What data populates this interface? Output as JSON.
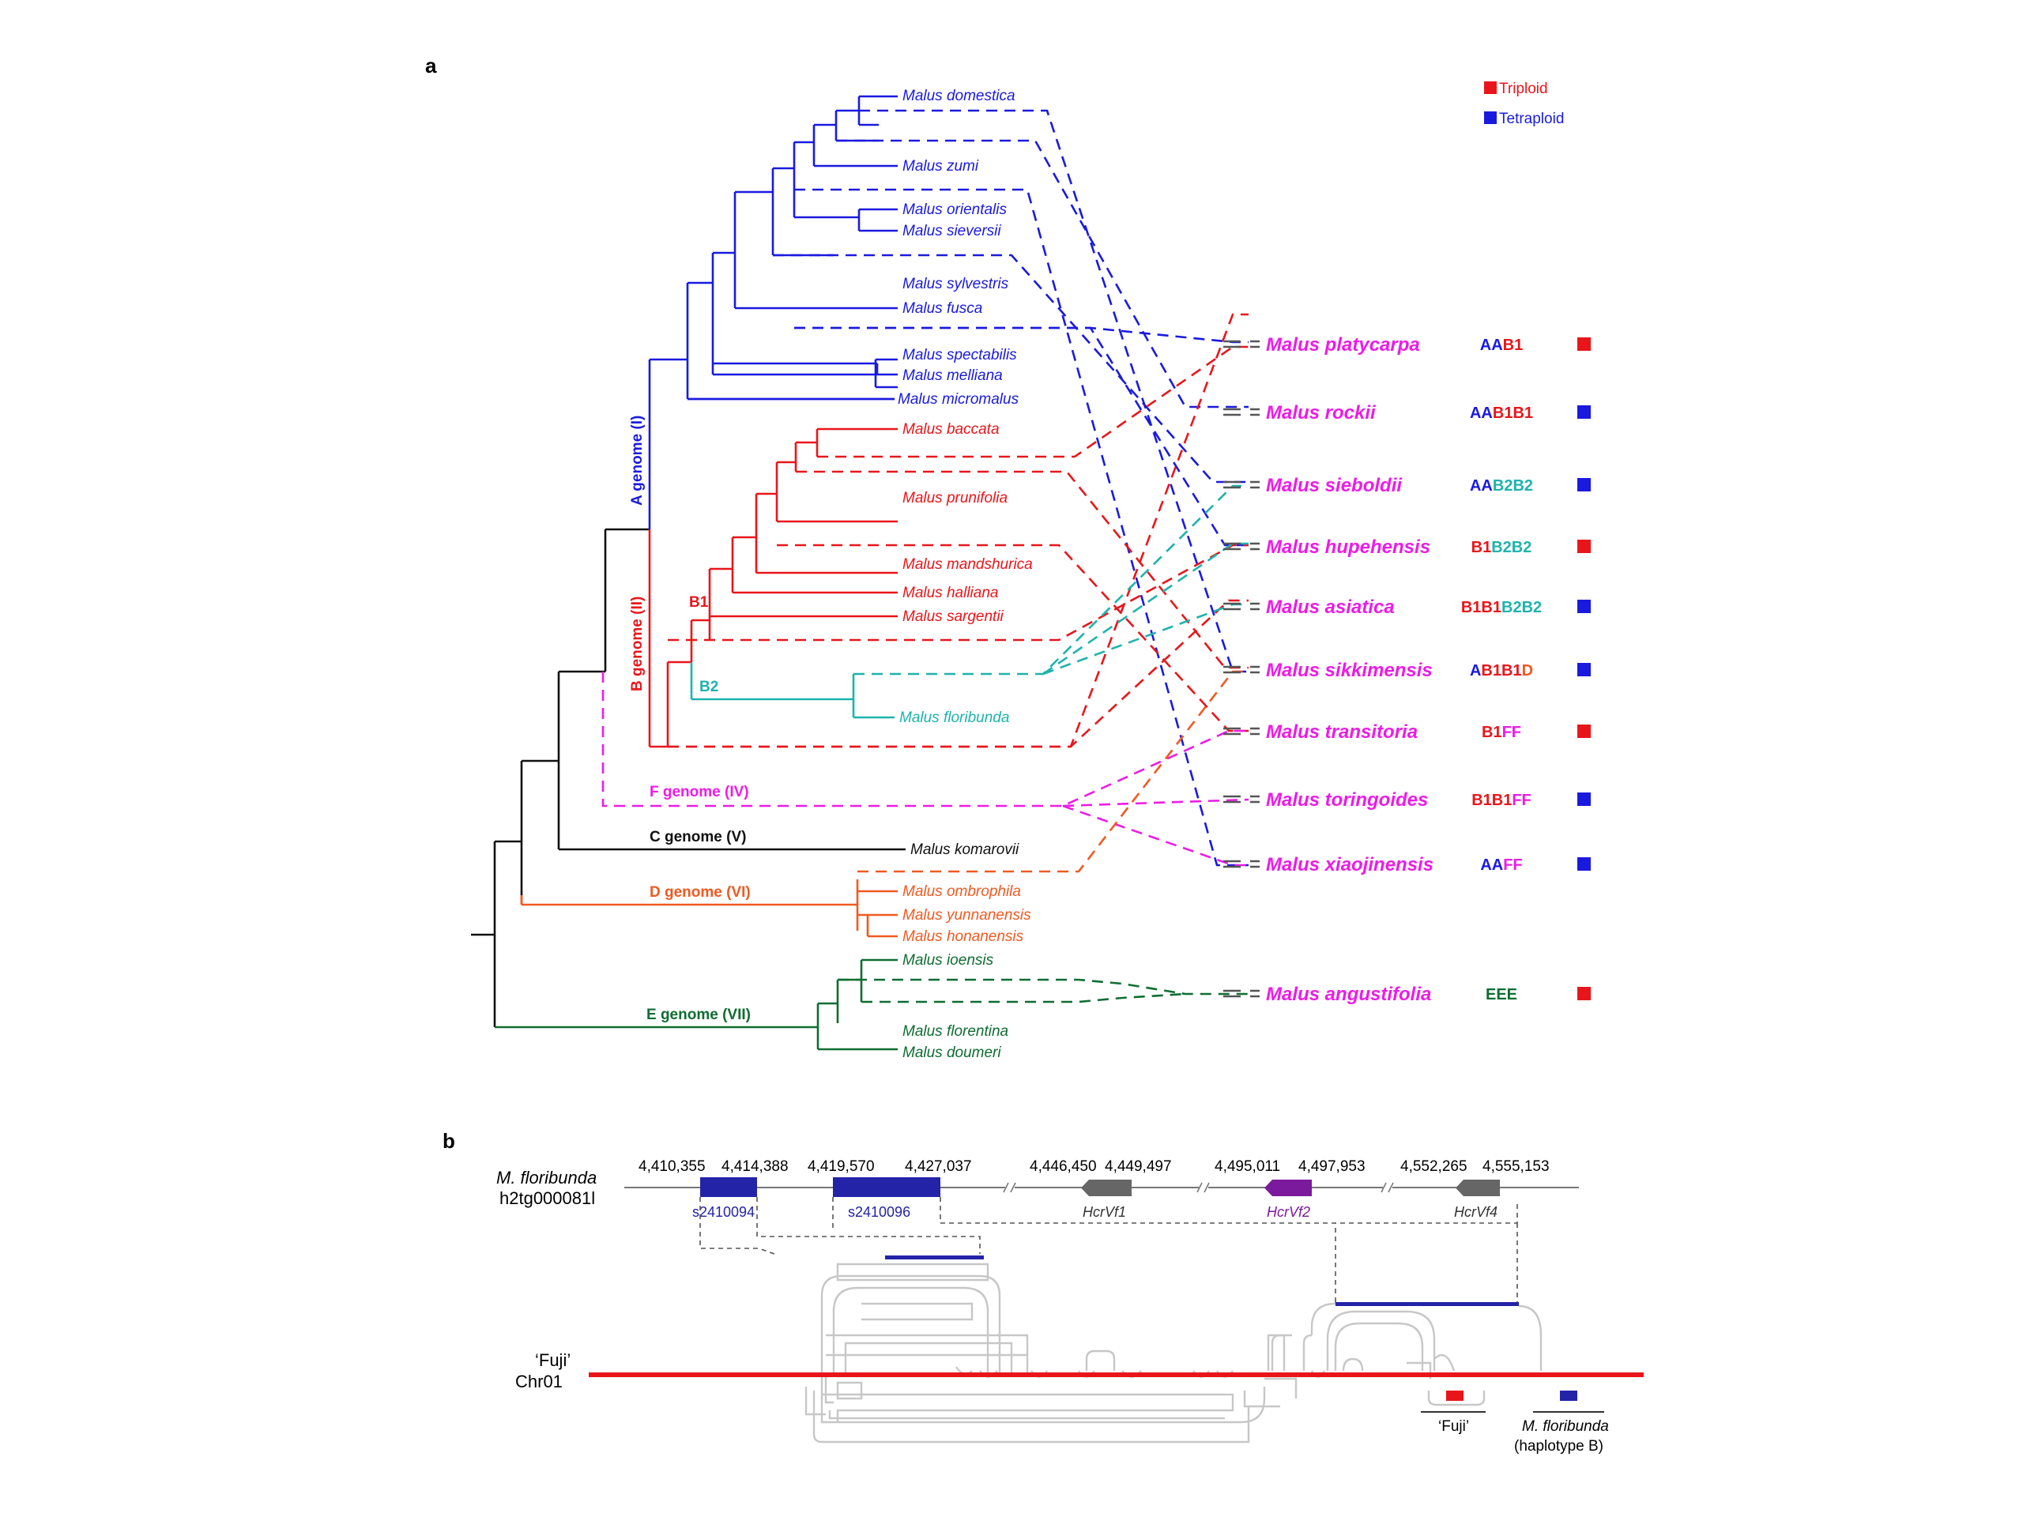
{
  "panel_a": {
    "label": "a",
    "legend": [
      {
        "label": "Triploid",
        "color": "#e8161b"
      },
      {
        "label": "Tetraploid",
        "color": "#1a1adf"
      }
    ],
    "genome_labels": [
      "A genome (I)",
      "B genome (II)",
      "B1",
      "B2",
      "F genome (IV)",
      "C genome (V)",
      "D genome (VI)",
      "E genome (VII)"
    ],
    "taxa": [
      {
        "name": "Malus domestica",
        "genome": "A"
      },
      {
        "name": "Malus zumi",
        "genome": "A"
      },
      {
        "name": "Malus orientalis",
        "genome": "A"
      },
      {
        "name": "Malus sieversii",
        "genome": "A"
      },
      {
        "name": "Malus sylvestris",
        "genome": "A"
      },
      {
        "name": "Malus fusca",
        "genome": "A"
      },
      {
        "name": "Malus spectabilis",
        "genome": "A"
      },
      {
        "name": "Malus melliana",
        "genome": "A"
      },
      {
        "name": "Malus micromalus",
        "genome": "A"
      },
      {
        "name": "Malus baccata",
        "genome": "B1"
      },
      {
        "name": "Malus prunifolia",
        "genome": "B1"
      },
      {
        "name": "Malus mandshurica",
        "genome": "B1"
      },
      {
        "name": "Malus halliana",
        "genome": "B1"
      },
      {
        "name": "Malus sargentii",
        "genome": "B1"
      },
      {
        "name": "Malus floribunda",
        "genome": "B2"
      },
      {
        "name": "Malus komarovii",
        "genome": "C"
      },
      {
        "name": "Malus ombrophila",
        "genome": "D"
      },
      {
        "name": "Malus yunnanensis",
        "genome": "D"
      },
      {
        "name": "Malus honanensis",
        "genome": "D"
      },
      {
        "name": "Malus ioensis",
        "genome": "E"
      },
      {
        "name": "Malus florentina",
        "genome": "E"
      },
      {
        "name": "Malus doumeri",
        "genome": "E"
      }
    ],
    "hybrids": [
      {
        "name": "Malus platycarpa",
        "code_parts": [
          {
            "t": "AA",
            "g": "A"
          },
          {
            "t": "B1",
            "g": "B1"
          }
        ],
        "ploidy": "Triploid"
      },
      {
        "name": "Malus rockii",
        "code_parts": [
          {
            "t": "AA",
            "g": "A"
          },
          {
            "t": "B1B1",
            "g": "B1"
          }
        ],
        "ploidy": "Tetraploid"
      },
      {
        "name": "Malus sieboldii",
        "code_parts": [
          {
            "t": "AA",
            "g": "A"
          },
          {
            "t": "B2B2",
            "g": "B2"
          }
        ],
        "ploidy": "Tetraploid"
      },
      {
        "name": "Malus hupehensis",
        "code_parts": [
          {
            "t": "B1",
            "g": "B1"
          },
          {
            "t": "B2B2",
            "g": "B2"
          }
        ],
        "ploidy": "Triploid"
      },
      {
        "name": "Malus asiatica",
        "code_parts": [
          {
            "t": "B1B1",
            "g": "B1"
          },
          {
            "t": "B2B2",
            "g": "B2"
          }
        ],
        "ploidy": "Tetraploid"
      },
      {
        "name": "Malus sikkimensis",
        "code_parts": [
          {
            "t": "A",
            "g": "A"
          },
          {
            "t": "B1B1",
            "g": "B1"
          },
          {
            "t": "D",
            "g": "D"
          }
        ],
        "ploidy": "Tetraploid"
      },
      {
        "name": "Malus transitoria",
        "code_parts": [
          {
            "t": "B1",
            "g": "B1"
          },
          {
            "t": "FF",
            "g": "F"
          }
        ],
        "ploidy": "Triploid"
      },
      {
        "name": "Malus toringoides",
        "code_parts": [
          {
            "t": "B1B1",
            "g": "B1"
          },
          {
            "t": "FF",
            "g": "F"
          }
        ],
        "ploidy": "Tetraploid"
      },
      {
        "name": "Malus xiaojinensis",
        "code_parts": [
          {
            "t": "AA",
            "g": "A"
          },
          {
            "t": "FF",
            "g": "F"
          }
        ],
        "ploidy": "Tetraploid"
      },
      {
        "name": "Malus angustifolia",
        "code_parts": [
          {
            "t": "EEE",
            "g": "E"
          }
        ],
        "ploidy": "Triploid"
      }
    ],
    "colors": {
      "A": "#1a1adf",
      "B1": "#e8161b",
      "B2": "#1eb3ac",
      "C": "#111111",
      "D": "#ef5a21",
      "E": "#0f6d31",
      "F": "#ec1ce6",
      "hybrid_name": "#ec1ce6",
      "root": "#111111"
    }
  },
  "panel_b": {
    "label": "b",
    "track_species": "M. floribunda",
    "track_contig": "h2tg000081l",
    "coordinates": [
      "4,410,355",
      "4,414,388",
      "4,419,570",
      "4,427,037",
      "4,446,450",
      "4,449,497",
      "4,495,011",
      "4,497,953",
      "4,552,265",
      "4,555,153"
    ],
    "genes": [
      {
        "name": "s2410094",
        "color": "#2323a8",
        "italic": false
      },
      {
        "name": "s2410096",
        "color": "#2323a8",
        "italic": false
      },
      {
        "name": "HcrVf1",
        "color": "#555555",
        "italic": true
      },
      {
        "name": "HcrVf2",
        "color": "#7b1a9c",
        "italic": true
      },
      {
        "name": "HcrVf4",
        "color": "#555555",
        "italic": true
      }
    ],
    "chromosome_cultivar": "‘Fuji’",
    "chromosome_name": "Chr01",
    "legend": [
      {
        "label": "‘Fuji’",
        "color": "#e8161b"
      },
      {
        "label": "M. floribunda",
        "sublabel": "(haplotype B)",
        "color": "#2323a8"
      }
    ]
  }
}
